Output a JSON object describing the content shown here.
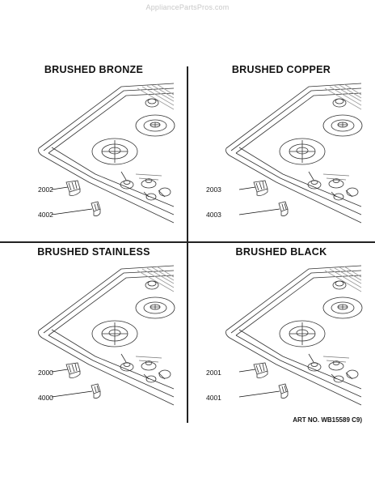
{
  "watermark": "AppliancePartsPros.com",
  "panels": [
    {
      "title": "BRUSHED BRONZE",
      "part_upper": "2002",
      "part_lower": "4002"
    },
    {
      "title": "BRUSHED COPPER",
      "part_upper": "2003",
      "part_lower": "4003"
    },
    {
      "title": "BRUSHED STAINLESS",
      "part_upper": "2000",
      "part_lower": "4000"
    },
    {
      "title": "BRUSHED BLACK",
      "part_upper": "2001",
      "part_lower": "4001"
    }
  ],
  "art_number": "ART NO. WB15589 C9)"
}
